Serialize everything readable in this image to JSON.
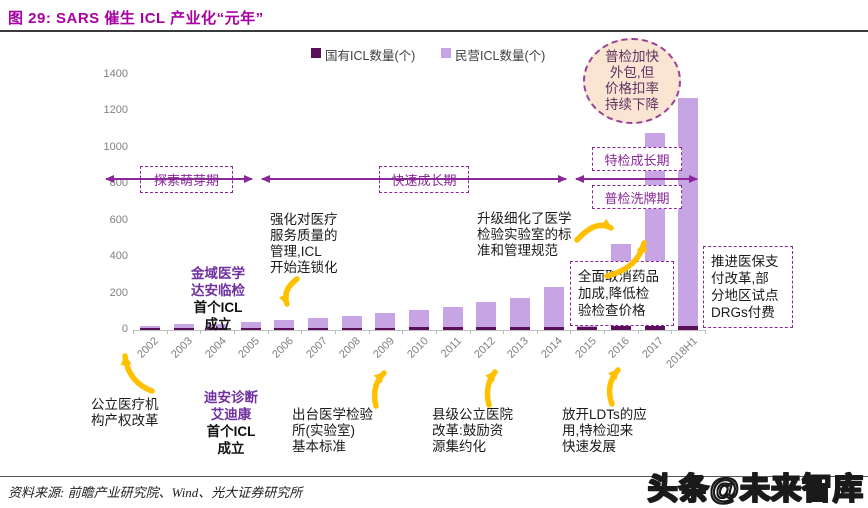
{
  "title": "图 29: SARS 催生 ICL 产业化“元年”",
  "legend": {
    "items": [
      {
        "label": "国有ICL数量(个)",
        "color": "#5A0F5A"
      },
      {
        "label": "民营ICL数量(个)",
        "color": "#C7A4E4"
      }
    ]
  },
  "chart_data": {
    "type": "bar",
    "stacked": true,
    "title": "SARS 催生 ICL 产业化“元年”",
    "categories": [
      "2002",
      "2003",
      "2004",
      "2005",
      "2006",
      "2007",
      "2008",
      "2009",
      "2010",
      "2011",
      "2012",
      "2013",
      "2014",
      "2015",
      "2016",
      "2017",
      "2018H1"
    ],
    "series": [
      {
        "name": "国有ICL数量(个)",
        "color": "#5A0F5A",
        "values": [
          10,
          10,
          10,
          10,
          10,
          12,
          12,
          12,
          15,
          15,
          15,
          15,
          18,
          18,
          20,
          20,
          20
        ]
      },
      {
        "name": "民营ICL数量(个)",
        "color": "#C7A4E4",
        "values": [
          10,
          20,
          23,
          35,
          45,
          56,
          68,
          83,
          95,
          110,
          135,
          160,
          217,
          282,
          450,
          1060,
          1250
        ]
      }
    ],
    "xlabel": "",
    "ylabel": "",
    "ylim": [
      0,
      1400
    ],
    "yticks": [
      0,
      200,
      400,
      600,
      800,
      1000,
      1200,
      1400
    ],
    "grid": false,
    "legend_position": "top"
  },
  "phases": {
    "phase1": "探索萌芽期",
    "phase2": "快速成长期",
    "phase3a": "特检成长期",
    "phase3b": "普检洗牌期"
  },
  "bubble": {
    "text": "普检加快\n外包,但\n价格扣率\n持续下降"
  },
  "annotations": {
    "milestone1_company": "金域医学\n达安临检",
    "milestone1_event": "首个ICL\n成立",
    "milestone2_company": "迪安诊断\n艾迪康",
    "milestone2_event": "首个ICL\n成立",
    "note_chain": "强化对医疗\n服务质量的\n管理,ICL\n开始连锁化",
    "note_standard_upgrade": "升级细化了医学\n检验实验室的标\n准和管理规范",
    "note_drug_markup": "全面取消药品\n加成,降低检\n验检查价格",
    "note_drg": "推进医保支\n付改革,部\n分地区试点\nDRGs付费",
    "note_property_reform": "公立医疗机\n构产权改革",
    "note_lab_standard": "出台医学检验\n所(实验室)\n基本标准",
    "note_county_hospital": "县级公立医院\n改革:鼓励资\n源集约化",
    "note_ldt": "放开LDTs的应\n用,特检迎来\n快速发展"
  },
  "source": "资料来源: 前瞻产业研究院、Wind、光大证券研究所",
  "watermark": "头条@未来智库",
  "colors": {
    "title": "#A800A2",
    "state_owned_bar": "#5A0F5A",
    "private_bar": "#C7A4E4",
    "phase_purple": "#8A2799",
    "yellow_arrow": "#FFC000",
    "bubble_fill": "#FAE4D2",
    "axis_gray": "#808080"
  }
}
